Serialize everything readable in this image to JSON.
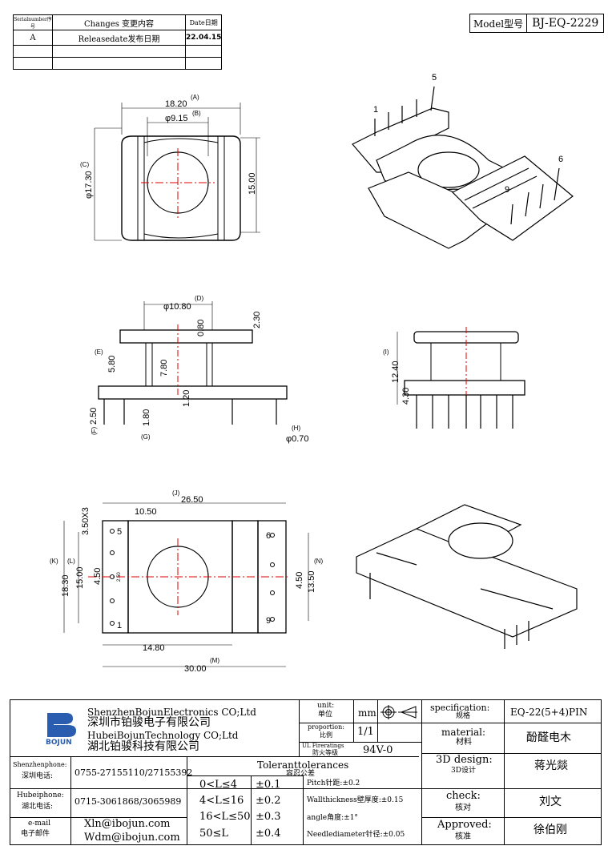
{
  "revision_table": {
    "headers": [
      "Serialnumber序号",
      "Changes 变更内容",
      "Date日期"
    ],
    "rows": [
      [
        "A",
        "Releasedate发布日期",
        "22.04.15"
      ]
    ]
  },
  "model": {
    "label": "Model型号",
    "value": "BJ-EQ-2229"
  },
  "dims_top": {
    "A_label": "(A)",
    "A": "18.20",
    "B_label": "(B)",
    "B": "φ9.15",
    "C_label": "(C)",
    "C": "φ17.30",
    "h": "15.00"
  },
  "pin_labels": {
    "p1": "1",
    "p5": "5",
    "p6": "6",
    "p9": "9"
  },
  "dims_side": {
    "D_label": "(D)",
    "D": "φ10.80",
    "d080": "0.80",
    "d230": "2.30",
    "E_label": "(E)",
    "E": "5.80",
    "d780": "7.80",
    "d120": "1.20",
    "F_label": "(F)",
    "F": "2.50",
    "d180": "1.80",
    "G_label": "(G)",
    "H_label": "(H)",
    "H": "φ0.70"
  },
  "dims_end": {
    "I_label": "(I)",
    "I": "12.40",
    "d430": "4.30"
  },
  "dims_bottom": {
    "J_label": "(J)",
    "J": "26.50",
    "pitch": "3.50X3",
    "d1050": "10.50",
    "K_label": "(K)",
    "K": "18.30",
    "L_label": "(L)",
    "L": "15.00",
    "d450a": "4.50",
    "d250": "2.50",
    "N_label": "(N)",
    "N": "13.50",
    "d450b": "4.50",
    "d1480": "14.80",
    "M_label": "(M)",
    "M": "30.00"
  },
  "title_block": {
    "company_en": "ShenzhenBojunElectronics CO;Ltd",
    "company_cn": "深圳市铂骏电子有限公司",
    "company2_en": "HubeiBojunTechnology CO;Ltd",
    "company2_cn": "湖北铂骏科技有限公司",
    "logo_text": "BOJUN",
    "unit_label": "unit:",
    "unit_label_cn": "单位",
    "unit_value": "mm",
    "proportion_label": "proportion:",
    "proportion_label_cn": "比例",
    "proportion_value": "1/1",
    "ul_label": "UL Fireratings",
    "ul_label_cn": "防火等级",
    "ul_value": "94V-0",
    "spec_label": "specification:",
    "spec_label_cn": "规格",
    "spec_value": "EQ-22(5+4)PIN",
    "material_label": "material:",
    "material_label_cn": "材料",
    "material_value": "酚醛电木",
    "design_label": "3D design:",
    "design_label_cn": "3D设计",
    "design_value": "蒋光燚",
    "check_label": "check:",
    "check_label_cn": "核对",
    "check_value": "刘文",
    "approved_label": "Approved:",
    "approved_label_cn": "核准",
    "approved_value": "徐伯刚",
    "sz_phone_label": "Shenzhenphone:",
    "sz_phone_label_cn": "深圳电话:",
    "sz_phone": "0755-27155110/27155392",
    "hb_phone_label": "Hubeiphone:",
    "hb_phone_label_cn": "湖北电话:",
    "hb_phone": "0715-3061868/3065989",
    "email_label": "e-mail",
    "email_label_cn": "电子邮件",
    "email1": "Xln@ibojun.com",
    "email2": "Wdm@ibojun.com",
    "tol_title": "Toleranttolerances",
    "tol_title_cn": "容忍公差",
    "tolerances": [
      {
        "range": "0<L≤4",
        "tol": "±0.1"
      },
      {
        "range": "4<L≤16",
        "tol": "±0.2"
      },
      {
        "range": "16<L≤50",
        "tol": "±0.3"
      },
      {
        "range": "50≤L",
        "tol": "±0.4"
      }
    ],
    "notes": [
      "Pitch针距:±0.2",
      "Wallthickness壁厚度:±0.15",
      "angle角度:±1°",
      "Needlediameter针径:±0.05"
    ]
  }
}
